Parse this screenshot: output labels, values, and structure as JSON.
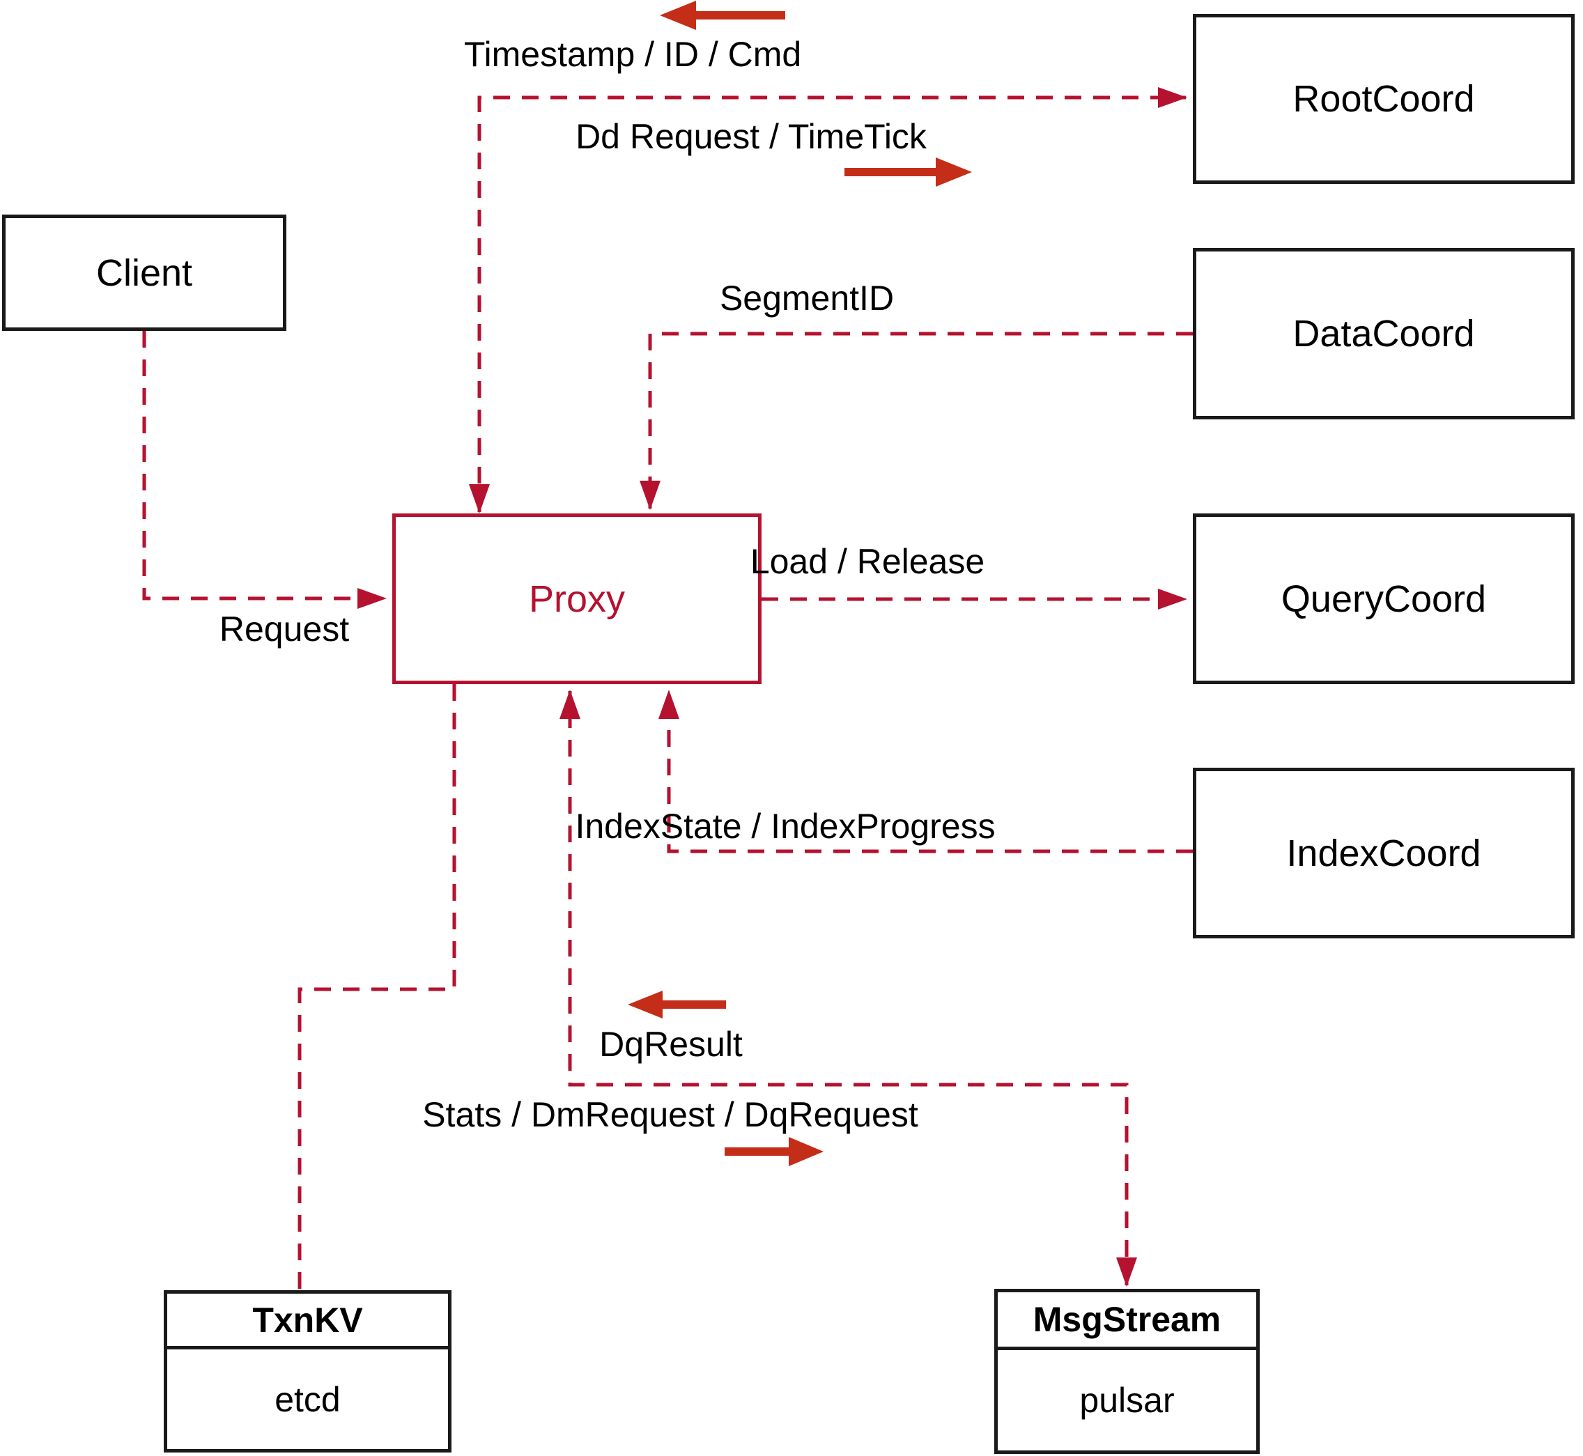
{
  "colors": {
    "crimson": "#b5122f",
    "arrow_red": "#c42d18",
    "box_border": "#1a1a1a",
    "text": "#000000",
    "background": "#ffffff"
  },
  "nodes": {
    "client": {
      "label": "Client"
    },
    "root_coord": {
      "label": "RootCoord"
    },
    "data_coord": {
      "label": "DataCoord"
    },
    "query_coord": {
      "label": "QueryCoord"
    },
    "index_coord": {
      "label": "IndexCoord"
    },
    "proxy": {
      "label": "Proxy"
    },
    "txn_kv": {
      "title": "TxnKV",
      "impl": "etcd"
    },
    "msg_stream": {
      "title": "MsgStream",
      "impl": "pulsar"
    }
  },
  "edge_labels": {
    "timestamp_id_cmd": "Timestamp / ID / Cmd",
    "dd_request_timetick": "Dd Request / TimeTick",
    "segment_id": "SegmentID",
    "load_release": "Load / Release",
    "request": "Request",
    "index_state_progress": "IndexState / IndexProgress",
    "dq_result": "DqResult",
    "stats_dm_dq": "Stats / DmRequest / DqRequest"
  }
}
